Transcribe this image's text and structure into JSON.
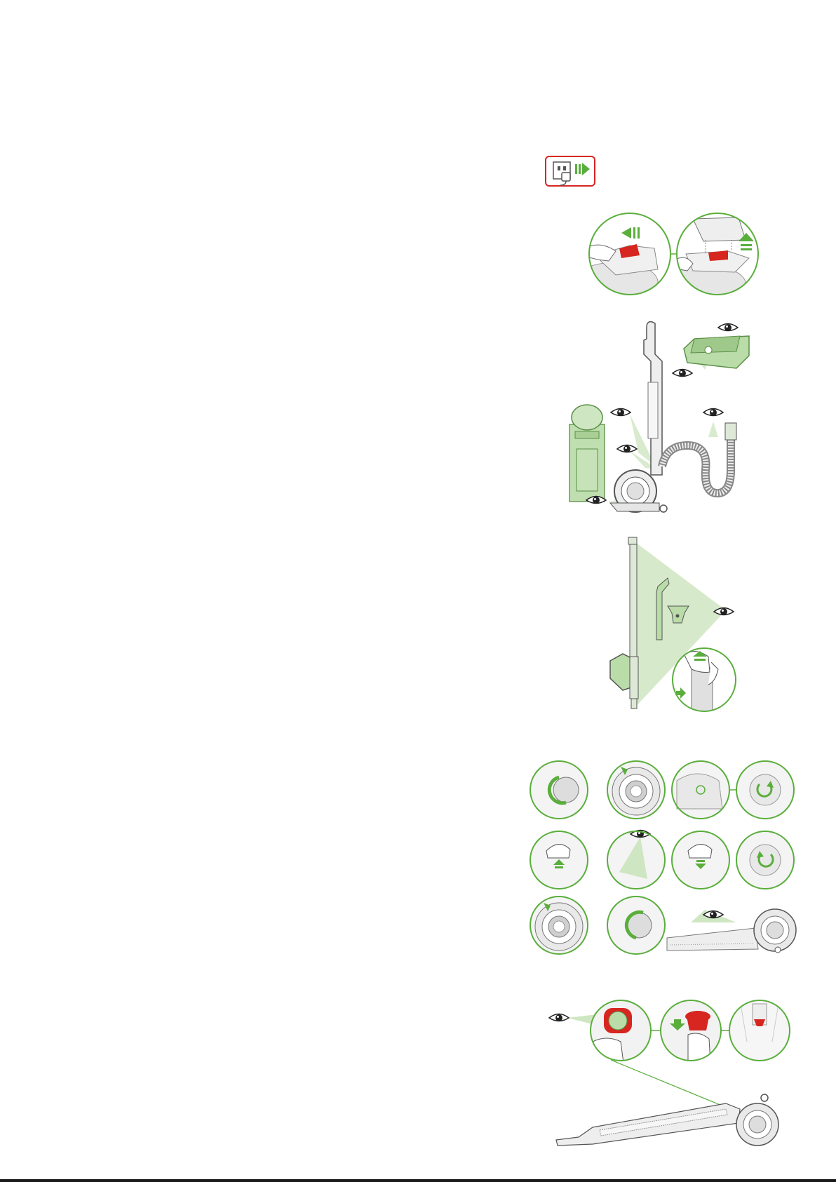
{
  "page": {
    "type": "instruction-manual-illustrations",
    "colors": {
      "accent_green": "#5aae3c",
      "pale_green": "#cfe6c2",
      "warning_red": "#d6261f",
      "line_grey": "#555555",
      "light_grey": "#dedede"
    }
  },
  "figures": [
    {
      "id": "unplug",
      "icon": "unplug-warning-icon"
    },
    {
      "id": "release-latch",
      "icons": [
        "latch-push-detail",
        "latch-lift-detail"
      ]
    },
    {
      "id": "check-blockages",
      "icons": [
        "vacuum-upright-icon",
        "eye-icon",
        "cyclone-bin-icon",
        "hose-icon",
        "cleaner-head-icon"
      ]
    },
    {
      "id": "check-wand-tools",
      "icons": [
        "wand-icon",
        "crevice-tool-icon",
        "brush-tool-icon",
        "eye-icon",
        "wand-release-detail"
      ]
    },
    {
      "id": "clean-brushbar",
      "grid_rows": 3,
      "icons": [
        "dial-rotate-detail",
        "end-cap-detail",
        "latch-up-detail",
        "eye-icon",
        "brushbar-icon"
      ]
    },
    {
      "id": "check-airway",
      "icons": [
        "eye-icon",
        "red-seal-detail",
        "red-cap-remove-detail",
        "cleaner-head-side-icon"
      ]
    }
  ]
}
